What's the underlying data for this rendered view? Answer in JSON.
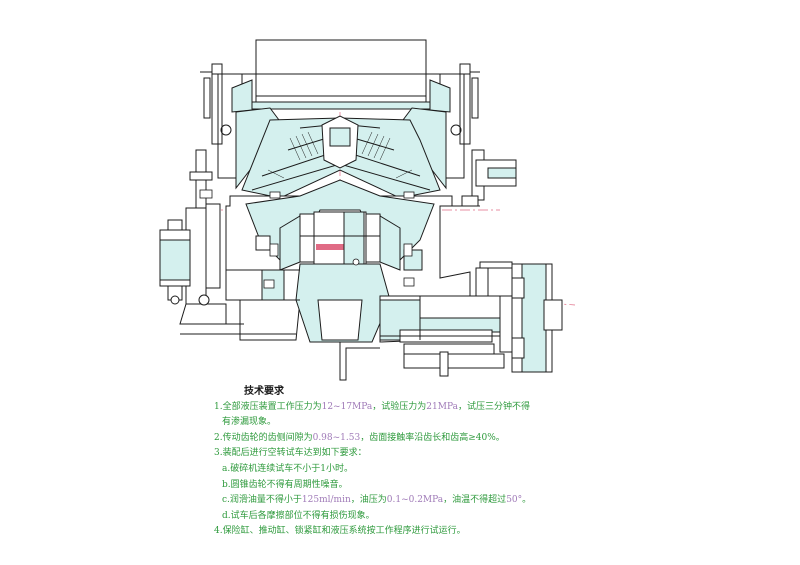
{
  "notes": {
    "title": "技术要求",
    "n1": {
      "a": "1.全部液压装置工作压力为",
      "b": "12~17MPa",
      "c": "，试验压力为",
      "d": "21MPa",
      "e": "，试压三分钟不得"
    },
    "n1b": "有渗漏现象。",
    "n2": {
      "a": "2.传动齿轮的齿侧间隙为",
      "b": "0.98~1.53",
      "c": "，齿面接触率沿齿长和齿高≥40%。"
    },
    "n3": "3.装配后进行空转试车达到如下要求：",
    "n3a": "a.破碎机连续试车不小于1小时。",
    "n3b": "b.圆锥齿轮不得有周期性噪音。",
    "n3c": {
      "a": "c.润滑油量不得小于",
      "b": "125ml/min",
      "c": "，油压为",
      "d": "0.1~0.2MPa",
      "e": "，油温不得超过",
      "f": "50°",
      "g": "。"
    },
    "n3d": "d.试车后各摩擦部位不得有损伤现象。",
    "n4": "4.保险缸、推动缸、锁紧缸和液压系统按工作程序进行试运行。"
  },
  "colors": {
    "line": "#1c1c1c",
    "fill": "#d4f0ee",
    "center": "#e06b85",
    "text": "#2e9a3c",
    "accent": "#a07bb8"
  }
}
